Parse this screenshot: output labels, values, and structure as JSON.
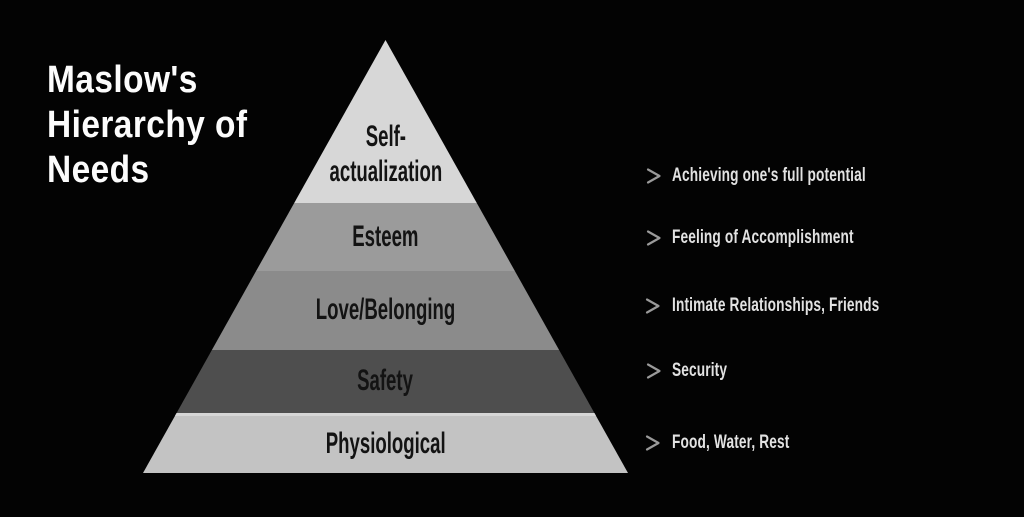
{
  "title": "Maslow's Hierarchy of Needs",
  "title_lines": [
    "Maslow's",
    "Hierarchy of",
    "Needs"
  ],
  "pyramid": {
    "levels": [
      {
        "label": "Self-actualization",
        "label_display": "Self-\nactualization",
        "description": "Achieving one's full potential",
        "color": "#d7d7d7"
      },
      {
        "label": "Esteem",
        "label_display": "Esteem",
        "description": "Feeling of Accomplishment",
        "color": "#9b9b9b"
      },
      {
        "label": "Love/Belonging",
        "label_display": "Love/Belonging",
        "description": "Intimate Relationships, Friends",
        "color": "#8b8b8b"
      },
      {
        "label": "Safety",
        "label_display": "Safety",
        "description": "Security",
        "color": "#4e4e4e"
      },
      {
        "label": "Physiological",
        "label_display": "Physiological",
        "description": "Food, Water, Rest",
        "color": "#c3c3c3"
      }
    ]
  },
  "colors": {
    "background": "#030303",
    "title_text": "#fcfcfc",
    "level_label_text": "#131313",
    "annotation_text": "#e2e2e2",
    "arrow_line_start": "#2e2e2e",
    "arrow_line_end": "#919191",
    "arrow_head": "#9a9a9a"
  }
}
